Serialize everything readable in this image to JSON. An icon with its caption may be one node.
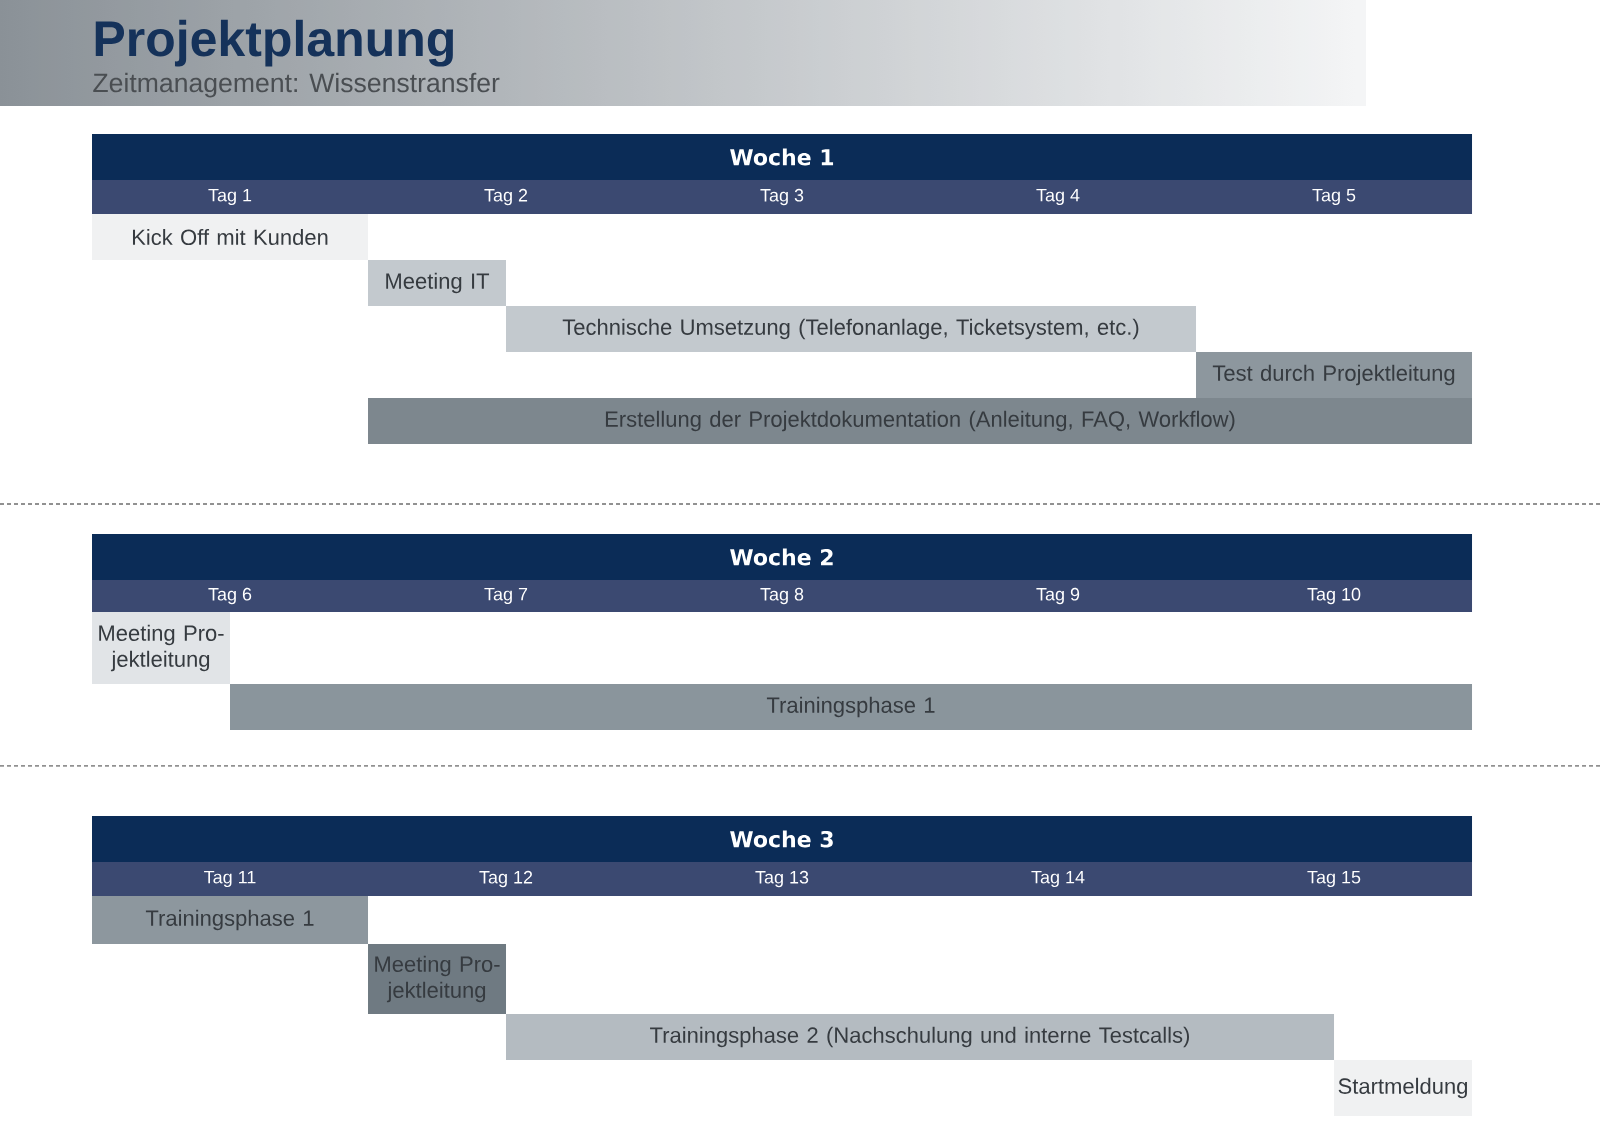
{
  "diagram": {
    "title": "Projektplanung",
    "nodes": [
      {
        "text": [
          "Woche 1"
        ]
      },
      {
        "text": [
          "Tag 1",
          "Tag 2",
          "Tag 3",
          "Tag 4",
          "Tag 5"
        ]
      },
      {
        "text": [
          "Kick Off mit Kunden"
        ]
      },
      {
        "text": [
          "Meeting IT"
        ]
      },
      {
        "text": [
          "Technische Umsetzung (Telefonanlage, Ticketsystem, etc.)"
        ]
      },
      {
        "text": [
          "Test durch Projektleitung"
        ]
      },
      {
        "text": [
          "Erstellung der Projektdokumentation (Anleitung, FAQ, Workflow)"
        ]
      },
      {
        "text": [
          "Woche 2"
        ]
      },
      {
        "text": [
          "Tag 6",
          "Tag 7",
          "Tag 8",
          "Tag 9",
          "Tag 10"
        ]
      },
      {
        "text": [
          "Meeting Pro- jektleitung"
        ]
      },
      {
        "text": [
          "Trainingsphase 1"
        ]
      },
      {
        "text": [
          "Woche 3"
        ]
      },
      {
        "text": [
          "Tag 11",
          "Tag 12",
          "Tag 13",
          "Tag 14",
          "Tag 15"
        ]
      },
      {
        "text": [
          "Trainingsphase 1"
        ]
      },
      {
        "text": [
          "Meeting Pro- jektleitung"
        ]
      },
      {
        "text": [
          "Trainingsphase 2 (Nachschulung und interne Testcalls)"
        ]
      },
      {
        "text": [
          "Startmeldung"
        ]
      }
    ],
    "labels": [
      "Zeitmanagement: Wissenstransfer"
    ]
  }
}
